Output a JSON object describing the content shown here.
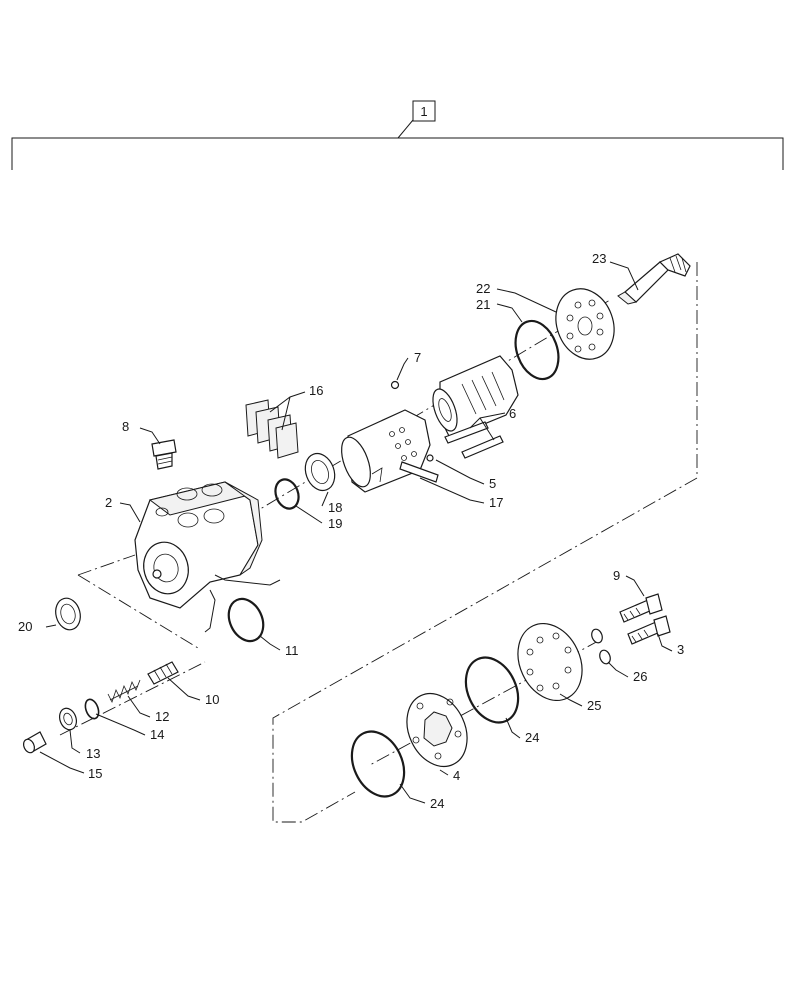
{
  "assembly_label": "1",
  "callouts": {
    "c2": "2",
    "c3": "3",
    "c4": "4",
    "c5": "5",
    "c6": "6",
    "c7": "7",
    "c8": "8",
    "c9": "9",
    "c10": "10",
    "c11": "11",
    "c12": "12",
    "c13": "13",
    "c14": "14",
    "c15": "15",
    "c16": "16",
    "c17": "17",
    "c18": "18",
    "c19": "19",
    "c20": "20",
    "c21": "21",
    "c22": "22",
    "c23": "23",
    "c24a": "24",
    "c24b": "24",
    "c25": "25",
    "c26": "26"
  }
}
